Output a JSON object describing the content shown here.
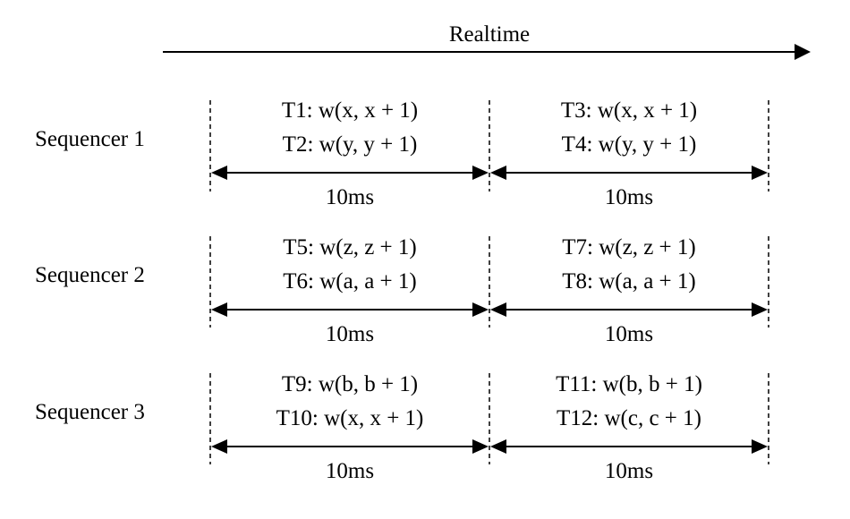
{
  "realtime": {
    "label": "Realtime"
  },
  "sequencers": [
    {
      "label": "Sequencer 1",
      "windows": [
        {
          "transactions": [
            "T1: w(x, x + 1)",
            "T2: w(y, y + 1)"
          ],
          "duration": "10ms"
        },
        {
          "transactions": [
            "T3: w(x, x + 1)",
            "T4: w(y, y + 1)"
          ],
          "duration": "10ms"
        }
      ]
    },
    {
      "label": "Sequencer 2",
      "windows": [
        {
          "transactions": [
            "T5: w(z, z + 1)",
            "T6: w(a, a + 1)"
          ],
          "duration": "10ms"
        },
        {
          "transactions": [
            "T7: w(z, z + 1)",
            "T8: w(a, a + 1)"
          ],
          "duration": "10ms"
        }
      ]
    },
    {
      "label": "Sequencer 3",
      "windows": [
        {
          "transactions": [
            "T9: w(b, b + 1)",
            "T10: w(x, x + 1)"
          ],
          "duration": "10ms"
        },
        {
          "transactions": [
            "T11: w(b, b + 1)",
            "T12: w(c, c + 1)"
          ],
          "duration": "10ms"
        }
      ]
    }
  ]
}
